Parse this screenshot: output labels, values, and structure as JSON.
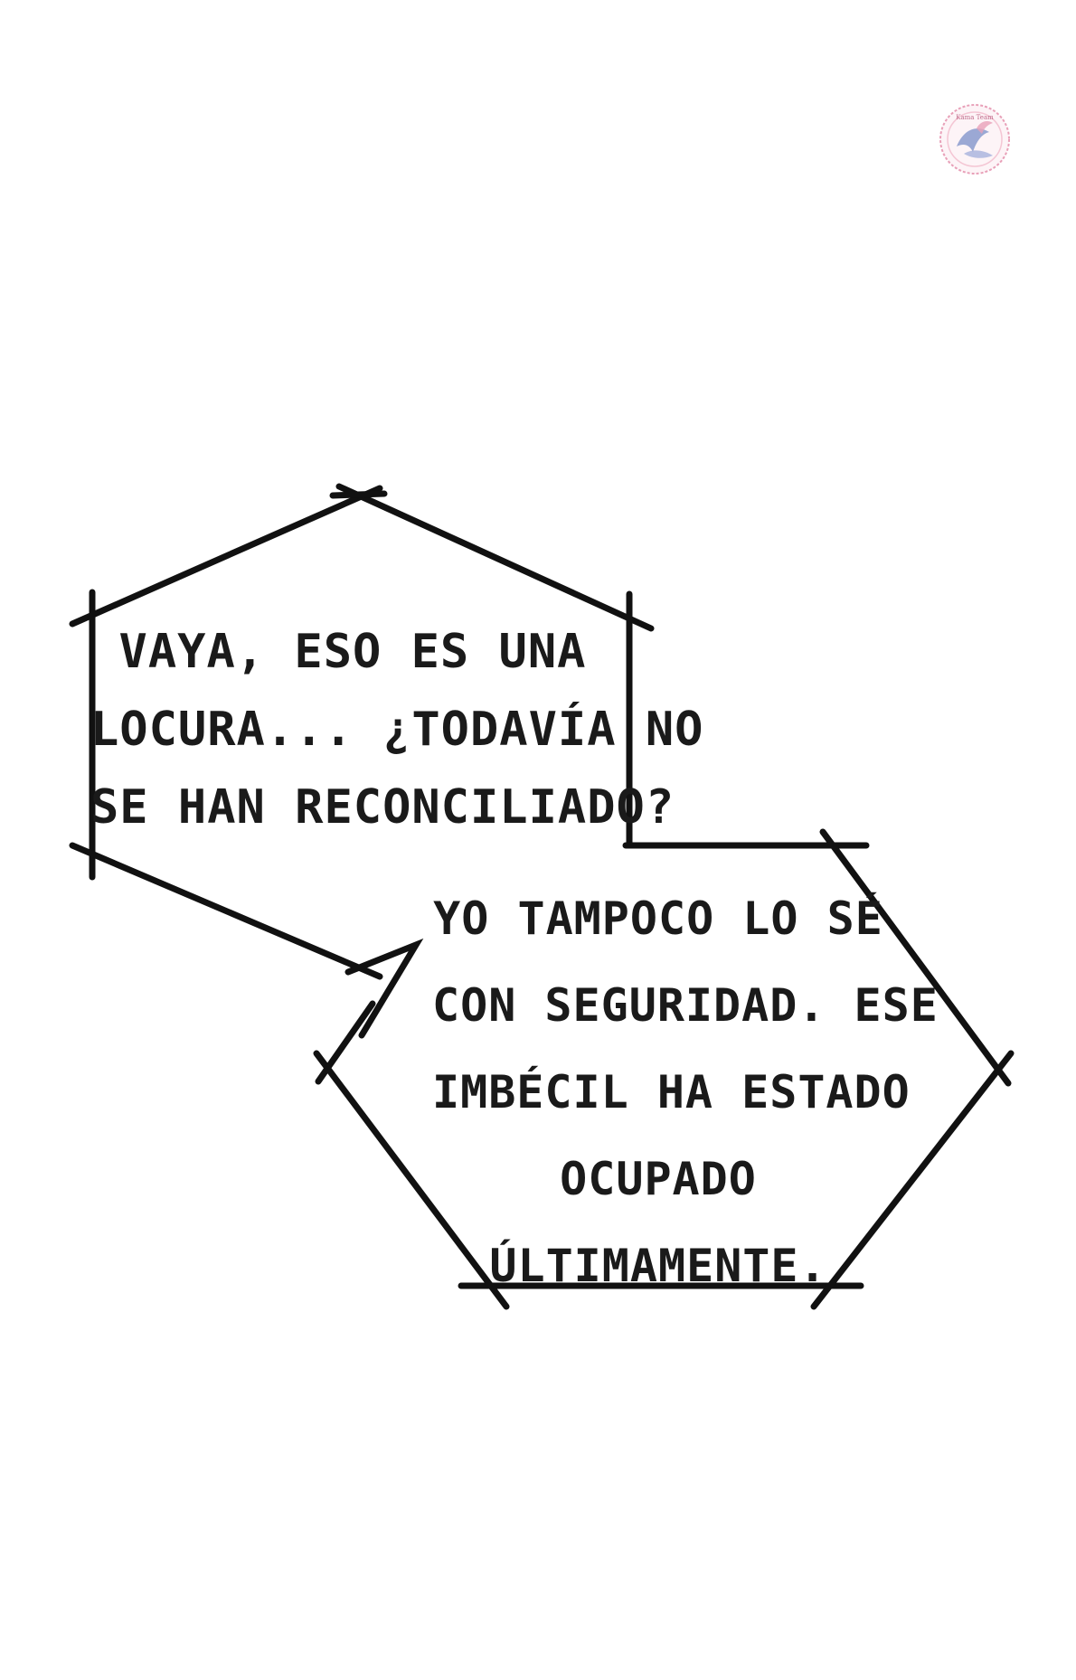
{
  "page": {
    "background": "#ffffff",
    "ink_color": "#111111"
  },
  "bubbles": [
    {
      "id": "bubble-1",
      "speaker": "left",
      "lines": [
        "VAYA, ESO ES UNA",
        "LOCURA... ¿TODAVÍA NO",
        "SE HAN RECONCILIADO?"
      ]
    },
    {
      "id": "bubble-2",
      "speaker": "right",
      "lines": [
        "YO TAMPOCO LO SÉ",
        "CON SEGURIDAD. ESE",
        "IMBÉCIL HA ESTADO",
        "OCUPADO",
        "ÚLTIMAMENTE."
      ]
    }
  ],
  "watermark": {
    "icon": "scanlation-logo-icon",
    "colors": [
      "#e8a0b8",
      "#7a8fc8",
      "#f4c6d4"
    ],
    "text": "Kama Team"
  }
}
